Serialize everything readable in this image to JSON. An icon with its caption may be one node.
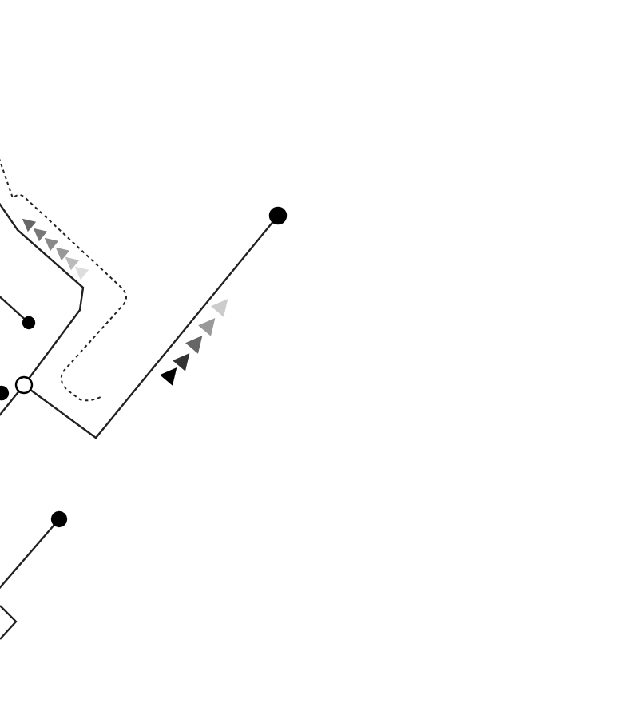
{
  "diagram": {
    "nodes": [
      {
        "text": [],
        "shape": "circle"
      },
      {
        "text": [],
        "shape": "circle"
      },
      {
        "text": [],
        "shape": "circle"
      },
      {
        "text": [],
        "shape": "circle"
      },
      {
        "text": [],
        "shape": "circle"
      }
    ],
    "edges": [
      {
        "from": 0,
        "to": 2,
        "arrow": "none"
      },
      {
        "from": null,
        "to": 1,
        "arrow": "none"
      },
      {
        "from": 2,
        "to": null,
        "arrow": "none"
      },
      {
        "from": 2,
        "to": null,
        "arrow": "none"
      },
      {
        "from": 4,
        "to": null,
        "arrow": "none"
      }
    ]
  }
}
